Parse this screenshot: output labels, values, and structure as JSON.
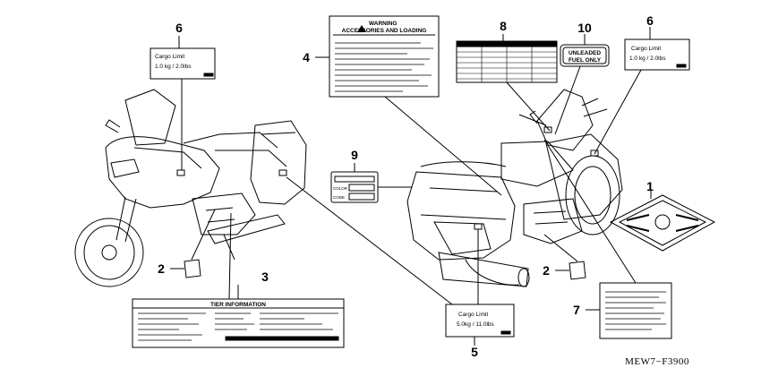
{
  "diagram_code": "MEW7−F3900",
  "callouts": [
    "1",
    "2",
    "2",
    "3",
    "4",
    "5",
    "6",
    "6",
    "7",
    "8",
    "9",
    "10"
  ],
  "labels": {
    "warning": {
      "title": "WARNING",
      "subtitle": "ACCESSORIES AND LOADING"
    },
    "tier": {
      "title": "TIER INFORMATION"
    },
    "unleaded": {
      "line1": "UNLEADED",
      "line2": "FUEL  ONLY"
    },
    "cargo_small_left": {
      "title": "Cargo Limit",
      "value": "1.0 kg /  2.0lbs"
    },
    "cargo_small_right": {
      "title": "Cargo Limit",
      "value": "1.0 kg /  2.0lbs"
    },
    "cargo_large": {
      "title": "Cargo Limit",
      "value": "5.0kg / 11.0lbs"
    },
    "color_code": {
      "row1": "COLOR",
      "row2": "CODE"
    }
  }
}
